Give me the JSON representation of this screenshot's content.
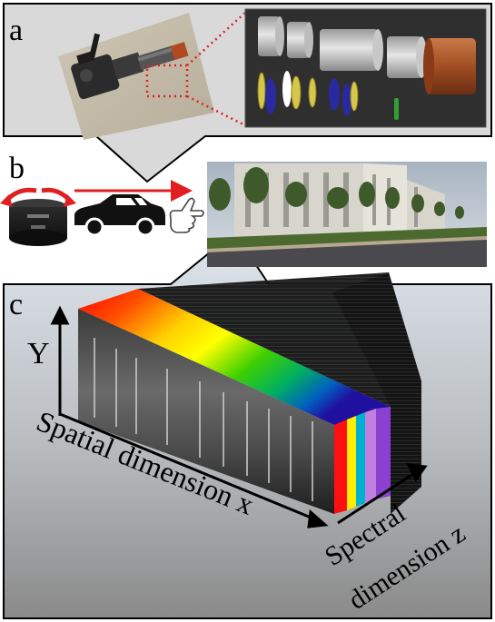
{
  "panels": {
    "a": {
      "label": "a"
    },
    "b": {
      "label": "b"
    },
    "c": {
      "label": "c"
    }
  },
  "axes": {
    "y_label": "Y",
    "x_label": "Spatial dimension x",
    "z_label_line1": "Spectral",
    "z_label_line2": "dimension z"
  },
  "colors": {
    "panel_a_background": "#d9d9d9",
    "dark_panel": "#2f2f2f",
    "callout_dots": "#e02020",
    "motion_arrow": "#e02020",
    "panel_c_top": "#dfe6ee",
    "panel_c_bottom": "#8a8a8a",
    "spectrum": [
      "#ff0000",
      "#ff8000",
      "#ffff00",
      "#00c000",
      "#00a0a0",
      "#0000ff",
      "#8000ff"
    ]
  },
  "icons": [
    "camera-photo",
    "rotation-stage-icon",
    "car-icon",
    "pointing-hand-icon",
    "street-photo",
    "optical-component-icons"
  ]
}
